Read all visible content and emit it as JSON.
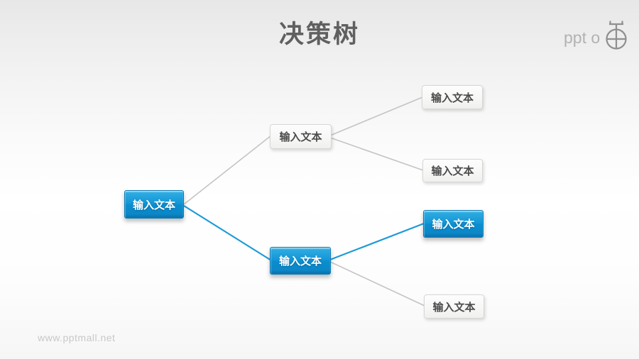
{
  "title": "决策树",
  "logo": {
    "text": "ppt o",
    "icon": "crossed-circle-bomb-icon"
  },
  "watermark": "www.pptmall.net",
  "colors": {
    "accent_blue": "#1095d6",
    "line_blue": "#1c9ad8",
    "line_gray": "#c4c4c4",
    "title_text": "#606060",
    "watermark_text": "#c8c8c8",
    "logo_gray": "#9a9a9a"
  },
  "nodes": [
    {
      "id": "root",
      "label": "输入文本",
      "variant": "blue"
    },
    {
      "id": "branch-top",
      "label": "输入文本",
      "variant": "white"
    },
    {
      "id": "branch-bottom",
      "label": "输入文本",
      "variant": "blue"
    },
    {
      "id": "leaf-1",
      "label": "输入文本",
      "variant": "white"
    },
    {
      "id": "leaf-2",
      "label": "输入文本",
      "variant": "white"
    },
    {
      "id": "leaf-3",
      "label": "输入文本",
      "variant": "blue"
    },
    {
      "id": "leaf-4",
      "label": "输入文本",
      "variant": "white"
    }
  ],
  "edges": [
    {
      "from": "root",
      "to": "branch-top",
      "highlighted": false
    },
    {
      "from": "root",
      "to": "branch-bottom",
      "highlighted": true
    },
    {
      "from": "branch-top",
      "to": "leaf-1",
      "highlighted": false
    },
    {
      "from": "branch-top",
      "to": "leaf-2",
      "highlighted": false
    },
    {
      "from": "branch-bottom",
      "to": "leaf-3",
      "highlighted": true
    },
    {
      "from": "branch-bottom",
      "to": "leaf-4",
      "highlighted": false
    }
  ]
}
